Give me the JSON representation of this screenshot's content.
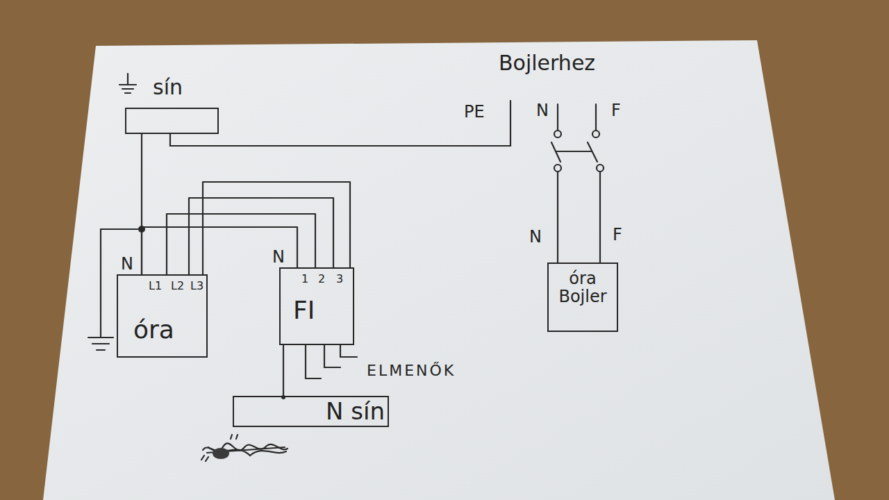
{
  "diagram": {
    "nodes": [
      {
        "text": [
          "sín"
        ]
      },
      {
        "text": [
          "N",
          "L1",
          "L2",
          "L3",
          "óra"
        ]
      },
      {
        "text": [
          "N",
          "1",
          "2",
          "3",
          "FI"
        ]
      },
      {
        "text": [
          "N sín"
        ]
      },
      {
        "text": [
          "óra Bojler"
        ]
      }
    ],
    "edges": [
      {
        "from": 0,
        "to": 1,
        "arrow": "none"
      },
      {
        "from": 1,
        "to": 2,
        "arrow": "none"
      },
      {
        "from": 1,
        "to": 2,
        "arrow": "none"
      },
      {
        "from": 1,
        "to": 2,
        "arrow": "none"
      },
      {
        "from": 1,
        "to": 2,
        "arrow": "none"
      },
      {
        "from": 2,
        "to": 3,
        "arrow": "none"
      }
    ],
    "labels": [
      "Bojlerhez",
      "PE",
      "N",
      "F",
      "N",
      "F",
      "ELMENŐK"
    ]
  }
}
